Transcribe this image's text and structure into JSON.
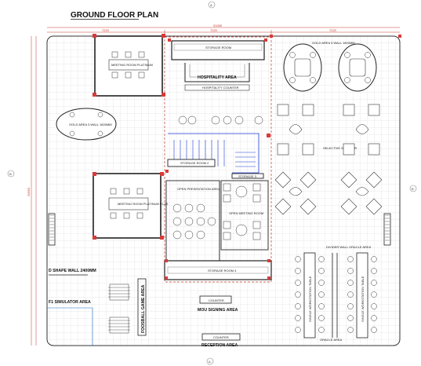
{
  "title": "GROUND FLOOR PLAN",
  "dimensions": {
    "top_total": "31050",
    "top_left": "7220",
    "top_mid": "7220",
    "top_right": "7220",
    "left_total": "20550"
  },
  "labels": {
    "meeting_platinum": "MEETING ROOM PLATINUM",
    "meeting_platinum_plus": "MEETING ROOM PLATINUM PLUS",
    "storage_top": "STORAGE ROOM",
    "hospitality": "HOSPITALITY AREA",
    "hospitality_counter": "HOSPITALITY COUNTER",
    "gold_area_top": "GOLD AREA 3 WALL 1600MM",
    "gold_area_left": "GOLD AREA 3 WALL 1600MM",
    "storage_mid": "STORAGE ROOM 2",
    "open_presentation": "OPEN PRESENTATION AREA",
    "open_meeting": "OPEN MEETING ROOM",
    "selective_sponsor": "SELECTIVE SPONSOR",
    "storage_small": "STORAGE 3",
    "storage_bottom": "STORAGE ROOM 4",
    "d_shape_wall": "D SHAPE WALL 2400MM",
    "f1_simulator": "F1 SIMULATOR AREA",
    "foosball": "FOOSBALL GAME AREA",
    "counter_mou": "COUNTER",
    "mou_signing": "MOU SIGNING AREA",
    "counter_reception": "COUNTER",
    "reception": "RECEPTION AREA",
    "oracle_top": "DIVIDER WALL ORACLE AREA",
    "oracle_bottom": "ORACLE AREA",
    "table_left": "SINGLE WORKSTATION TABLE",
    "table_right": "SINGLE WORKSTATION TABLE"
  }
}
